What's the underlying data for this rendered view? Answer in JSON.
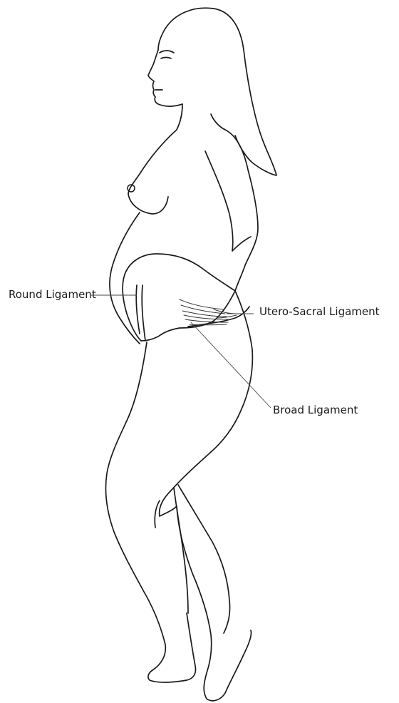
{
  "labels": {
    "round_ligament": "Round Ligament",
    "utero_sacral_ligament": "Utero-Sacral Ligament",
    "broad_ligament": "Broad Ligament"
  },
  "colors": {
    "line": "#1a1a1a",
    "background": "#ffffff"
  }
}
